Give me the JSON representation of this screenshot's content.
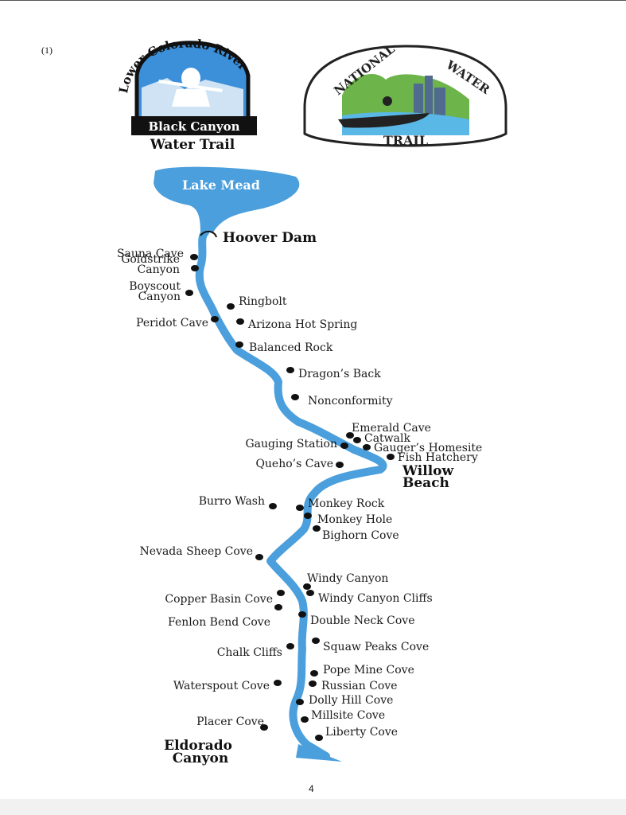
{
  "figure_number": "(1)",
  "page_number": "4",
  "logos": {
    "black_canyon": {
      "arc_text": "Lower Colorado River",
      "banner_text": "Black Canyon",
      "bottom_text": "Water Trail"
    },
    "national_water_trail": {
      "top_left": "NATIONAL",
      "top_right": "WATER",
      "bottom": "TRAIL"
    }
  },
  "colors": {
    "river": "#4a9fdc",
    "point": "#111111",
    "lake_label": "#ffffff"
  },
  "map": {
    "lake": "Lake Mead",
    "dam": "Hoover Dam",
    "willow_beach": [
      "Willow",
      "Beach"
    ],
    "eldorado": [
      "Eldorado",
      "Canyon"
    ],
    "sites_left": [
      {
        "lines": [
          "Sauna Cave"
        ]
      },
      {
        "lines": [
          "Goldstrike",
          "Canyon"
        ]
      },
      {
        "lines": [
          "Boyscout",
          "Canyon"
        ]
      },
      {
        "lines": [
          "Peridot Cave"
        ]
      },
      {
        "lines": [
          "Gauging Station"
        ]
      },
      {
        "lines": [
          "Queho’s Cave"
        ]
      },
      {
        "lines": [
          "Burro Wash"
        ]
      },
      {
        "lines": [
          "Nevada Sheep Cove"
        ]
      },
      {
        "lines": [
          "Copper Basin Cove"
        ]
      },
      {
        "lines": [
          "Fenlon Bend Cove"
        ]
      },
      {
        "lines": [
          "Chalk Cliffs"
        ]
      },
      {
        "lines": [
          "Waterspout Cove"
        ]
      },
      {
        "lines": [
          "Placer Cove"
        ]
      }
    ],
    "sites_right": [
      {
        "lines": [
          "Ringbolt"
        ]
      },
      {
        "lines": [
          "Arizona Hot Spring"
        ]
      },
      {
        "lines": [
          "Balanced Rock"
        ]
      },
      {
        "lines": [
          "Dragon’s Back"
        ]
      },
      {
        "lines": [
          "Nonconformity"
        ]
      },
      {
        "lines": [
          "Emerald Cave"
        ]
      },
      {
        "lines": [
          "Catwalk"
        ]
      },
      {
        "lines": [
          "Gauger’s Homesite"
        ]
      },
      {
        "lines": [
          "Fish Hatchery"
        ]
      },
      {
        "lines": [
          "Monkey Rock"
        ]
      },
      {
        "lines": [
          "Monkey Hole"
        ]
      },
      {
        "lines": [
          "Bighorn Cove"
        ]
      },
      {
        "lines": [
          "Windy Canyon"
        ]
      },
      {
        "lines": [
          "Windy Canyon Cliffs"
        ]
      },
      {
        "lines": [
          "Double Neck Cove"
        ]
      },
      {
        "lines": [
          "Squaw Peaks Cove"
        ]
      },
      {
        "lines": [
          "Pope Mine Cove"
        ]
      },
      {
        "lines": [
          "Russian Cove"
        ]
      },
      {
        "lines": [
          "Dolly Hill Cove"
        ]
      },
      {
        "lines": [
          "Millsite Cove"
        ]
      },
      {
        "lines": [
          "Liberty Cove"
        ]
      }
    ]
  }
}
